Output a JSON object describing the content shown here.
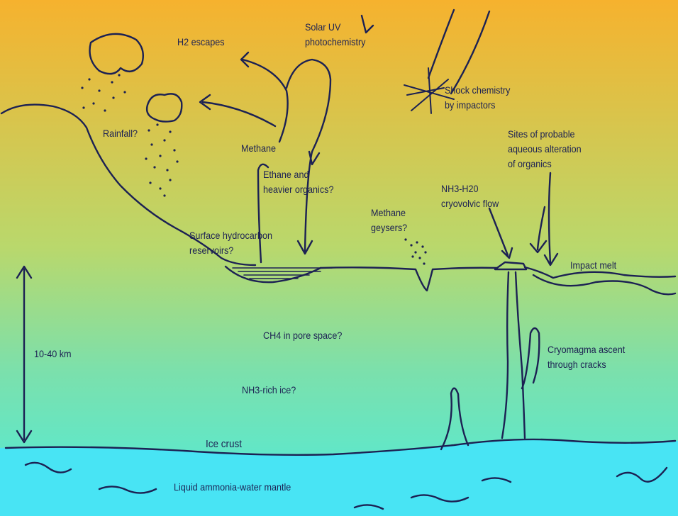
{
  "colors": {
    "sky_top": "#f6b22e",
    "sky_mid": "#b9d86c",
    "ground_mid": "#7be0ac",
    "crust_base": "#4eecdc",
    "mantle": "#48e4f4",
    "ink": "#1c2153"
  },
  "labels": {
    "h2_escapes": "H2 escapes",
    "solar_uv": [
      "Solar UV",
      "photochemistry"
    ],
    "shock": [
      "Shock chemistry",
      "by impactors"
    ],
    "rainfall": "Rainfall?",
    "methane": "Methane",
    "ethane": [
      "Ethane and",
      "heavier organics?"
    ],
    "aqueous": [
      "Sites of probable",
      "aqueous alteration",
      "of organics"
    ],
    "nh3_flow": [
      "NH3-H20",
      "cryovolvic flow"
    ],
    "geysers": [
      "Methane",
      "geysers?"
    ],
    "reservoirs": [
      "Surface hydrocarbon",
      "reservoirs?"
    ],
    "impact_melt": "Impact melt",
    "ch4_pore": "CH4 in pore space?",
    "depth": "10-40 km",
    "cryomagma": [
      "Cryomagma ascent",
      "through cracks"
    ],
    "nh3_ice": "NH3-rich ice?",
    "ice_crust": "Ice crust",
    "mantle": "Liquid ammonia-water mantle"
  }
}
